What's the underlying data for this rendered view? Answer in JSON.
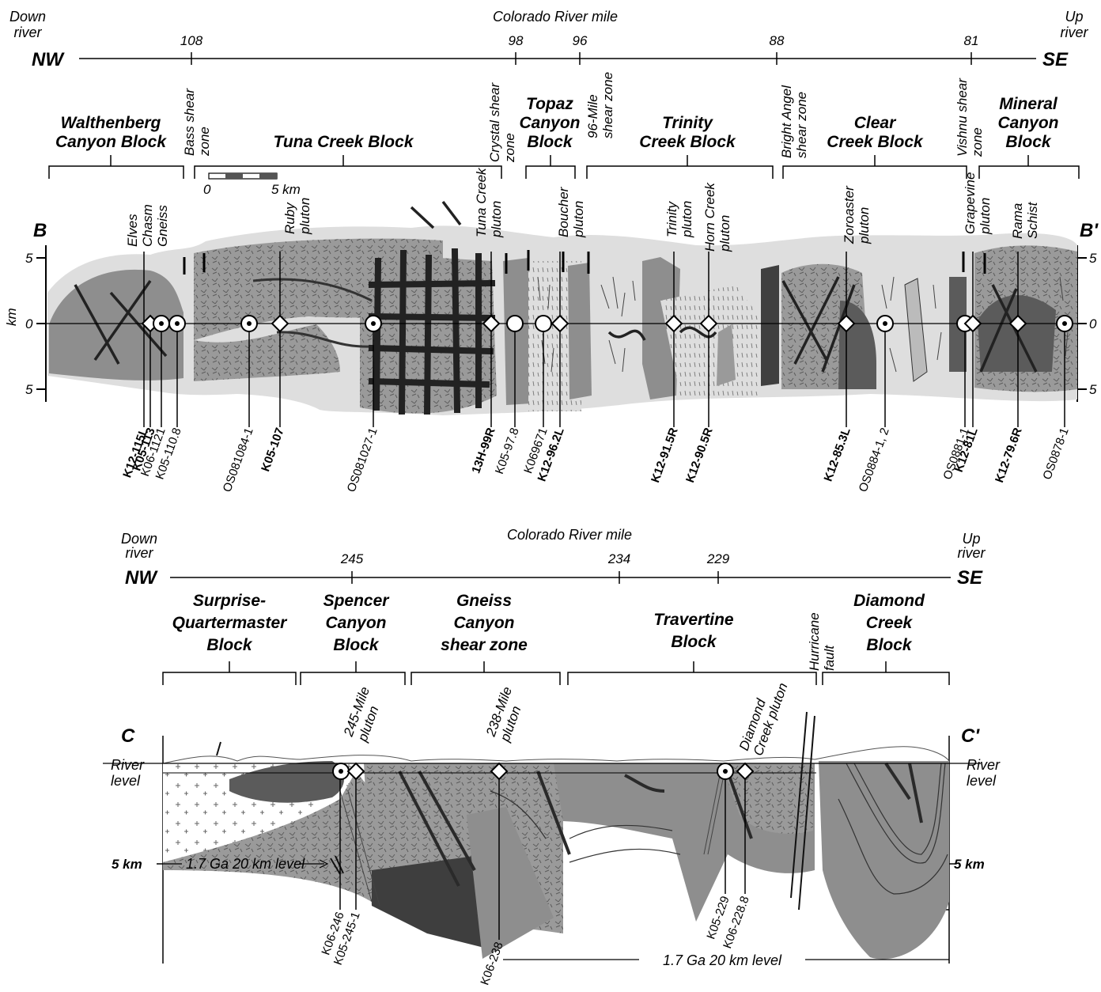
{
  "B": {
    "axis_title": "Colorado River mile",
    "down_river": [
      "Down",
      "river"
    ],
    "up_river": [
      "Up",
      "river"
    ],
    "nw": "NW",
    "se": "SE",
    "miles": [
      "108",
      "98",
      "96",
      "88",
      "81"
    ],
    "blocks": [
      [
        "Walthenberg",
        "Canyon Block"
      ],
      [
        "Tuna Creek Block"
      ],
      [
        "Topaz",
        "Canyon",
        "Block"
      ],
      [
        "Trinity",
        "Creek Block"
      ],
      [
        "Clear",
        "Creek Block"
      ],
      [
        "Mineral",
        "Canyon",
        "Block"
      ]
    ],
    "shear_zones": [
      [
        "Bass shear",
        "zone"
      ],
      [
        "Crystal shear",
        "zone"
      ],
      [
        "96-Mile",
        "shear zone"
      ],
      [
        "Bright Angel",
        "shear zone"
      ],
      [
        "Vishnu shear",
        "zone"
      ]
    ],
    "scale": [
      "0",
      "5 km"
    ],
    "end_left": "B",
    "end_right": "B'",
    "km_label": "km",
    "depth_left": [
      "5",
      "0",
      "5"
    ],
    "depth_right": [
      "5",
      "0",
      "5"
    ],
    "units": [
      [
        "Elves",
        "Chasm",
        "Gneiss"
      ],
      [
        "Ruby",
        "pluton"
      ],
      [
        "Tuna Creek",
        "pluton"
      ],
      [
        "Boucher",
        "pluton"
      ],
      [
        "Trinity",
        "pluton"
      ],
      [
        "Horn Creek",
        "pluton"
      ],
      [
        "Zoroaster",
        "pluton"
      ],
      [
        "Grapevine",
        "pluton"
      ],
      [
        "Rama",
        "Schist"
      ]
    ],
    "samples": [
      {
        "label": "K12-115L",
        "bold": true
      },
      {
        "label": "K05-113",
        "bold": true
      },
      {
        "label": "K06-1121",
        "bold": false
      },
      {
        "label": "K05-110.8",
        "bold": false
      },
      {
        "label": "OS081084-1",
        "bold": false
      },
      {
        "label": "K05-107",
        "bold": true
      },
      {
        "label": "OS081027-1",
        "bold": false
      },
      {
        "label": "13H-99R",
        "bold": true
      },
      {
        "label": "K05-97.8",
        "bold": false
      },
      {
        "label": "K069671",
        "bold": false
      },
      {
        "label": "K12-96.2L",
        "bold": true
      },
      {
        "label": "K12-91.5R",
        "bold": true
      },
      {
        "label": "K12-90.5R",
        "bold": true
      },
      {
        "label": "K12-85.3L",
        "bold": true
      },
      {
        "label": "OS0884-1, 2",
        "bold": false
      },
      {
        "label": "OS0881-1",
        "bold": false
      },
      {
        "label": "K12-81L",
        "bold": true
      },
      {
        "label": "K12-79.6R",
        "bold": true
      },
      {
        "label": "OS0878-1",
        "bold": false
      }
    ]
  },
  "C": {
    "axis_title": "Colorado River mile",
    "down_river": [
      "Down",
      "river"
    ],
    "up_river": [
      "Up",
      "river"
    ],
    "nw": "NW",
    "se": "SE",
    "miles": [
      "245",
      "234",
      "229"
    ],
    "blocks": [
      [
        "Surprise-",
        "Quartermaster",
        "Block"
      ],
      [
        "Spencer",
        "Canyon",
        "Block"
      ],
      [
        "Gneiss",
        "Canyon",
        "shear zone"
      ],
      [
        "Travertine",
        "Block"
      ],
      [
        "Diamond",
        "Creek",
        "Block"
      ]
    ],
    "fault": [
      "Hurricane",
      "fault"
    ],
    "end_left": "C",
    "end_right": "C'",
    "river_level": [
      "River",
      "level"
    ],
    "five_km": "5 km",
    "level_20km": "1.7 Ga 20 km level",
    "units": [
      [
        "245-Mile",
        "pluton"
      ],
      [
        "238-Mile",
        "pluton"
      ],
      [
        "Diamond",
        "Creek pluton"
      ]
    ],
    "samples": [
      "K06-246",
      "K05-245-1",
      "K06-238",
      "K05-229",
      "K06-228.8"
    ]
  },
  "colors": {
    "halo": "#dedede",
    "medium": "#8e8e8e",
    "dark": "#5b5b5b",
    "vein": "#222222"
  }
}
